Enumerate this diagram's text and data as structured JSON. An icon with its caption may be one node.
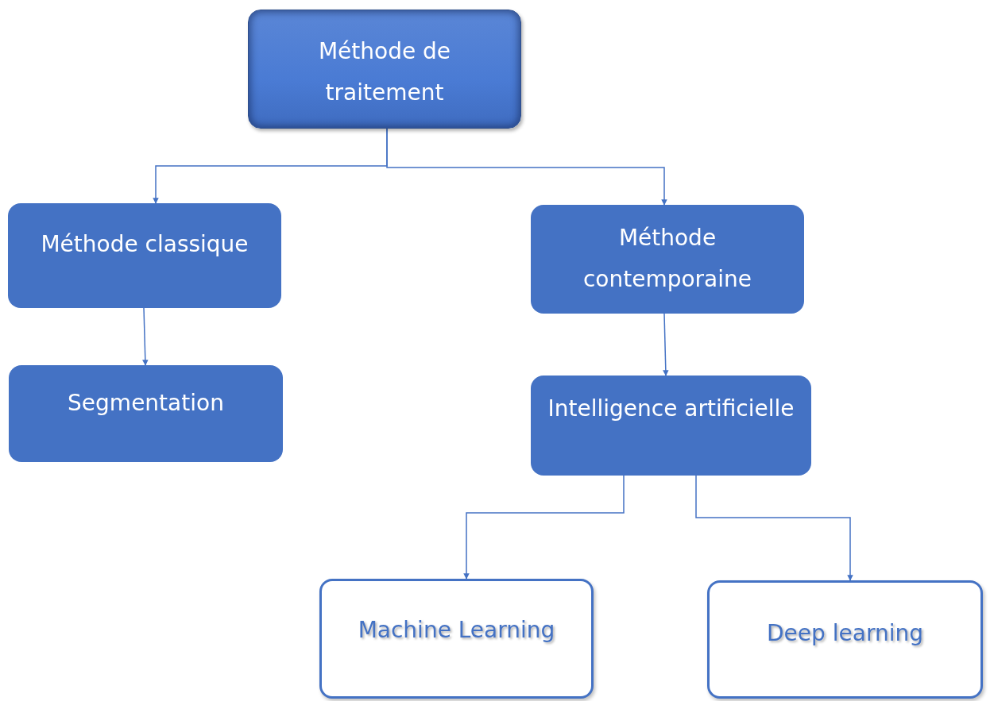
{
  "diagram": {
    "nodes": [
      {
        "text": [
          "Méthode de traitement"
        ]
      },
      {
        "text": [
          "Méthode classique"
        ]
      },
      {
        "text": [
          "Segmentation"
        ]
      },
      {
        "text": [
          "Méthode contemporaine"
        ]
      },
      {
        "text": [
          "Intelligence artificielle"
        ]
      },
      {
        "text": [
          "Machine Learning"
        ]
      },
      {
        "text": [
          "Deep learning"
        ]
      }
    ],
    "edges": [
      {
        "from": 0,
        "to": 1,
        "arrow": "to"
      },
      {
        "from": 0,
        "to": 3,
        "arrow": "to"
      },
      {
        "from": 1,
        "to": 2,
        "arrow": "to"
      },
      {
        "from": 3,
        "to": 4,
        "arrow": "to"
      },
      {
        "from": 4,
        "to": 5,
        "arrow": "to"
      },
      {
        "from": 4,
        "to": 6,
        "arrow": "to"
      }
    ]
  }
}
